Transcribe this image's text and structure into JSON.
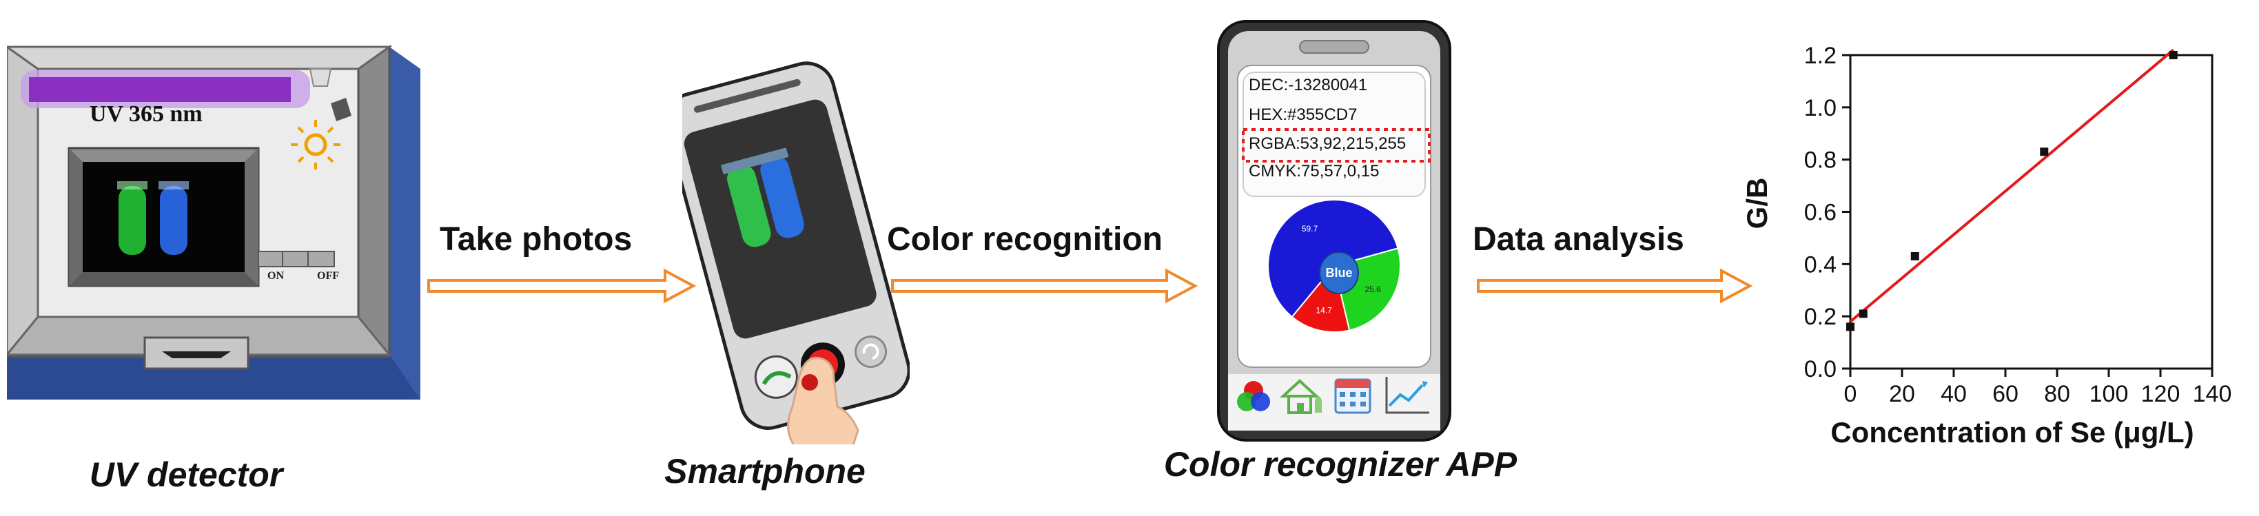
{
  "captions": {
    "uv_detector": "UV detector",
    "smartphone": "Smartphone",
    "app": "Color recognizer APP"
  },
  "arrows": {
    "take_photos": "Take photos",
    "color_recognition": "Color recognition",
    "data_analysis": "Data analysis"
  },
  "uv_box": {
    "lamp_label": "UV 365 nm",
    "switch_on": "ON",
    "switch_off": "OFF"
  },
  "app_screen": {
    "dec": "DEC:-13280041",
    "hex": "HEX:#355CD7",
    "rgba": "RGBA:53,92,215,255",
    "cmyk": "CMYK:75,57,0,15",
    "center_label": "Blue",
    "pie_values": [
      {
        "label": "59.7",
        "value": 59.7,
        "color": "#1a1ad6"
      },
      {
        "label": "25.6",
        "value": 25.6,
        "color": "#1fd41f"
      },
      {
        "label": "14.7",
        "value": 14.7,
        "color": "#ee1111"
      }
    ],
    "icons": [
      "color-wheel-icon",
      "house-icon",
      "calendar-icon",
      "trend-chart-icon"
    ]
  },
  "chart_data": {
    "type": "scatter",
    "xlabel": "Concentration of Se (μg/L)",
    "ylabel": "G/B",
    "xlim": [
      0,
      140
    ],
    "ylim": [
      0.0,
      1.2
    ],
    "xticks": [
      0,
      20,
      40,
      60,
      80,
      100,
      120,
      140
    ],
    "yticks": [
      0.0,
      0.2,
      0.4,
      0.6,
      0.8,
      1.0,
      1.2
    ],
    "points": [
      {
        "x": 0,
        "y": 0.16
      },
      {
        "x": 5,
        "y": 0.21
      },
      {
        "x": 25,
        "y": 0.43
      },
      {
        "x": 75,
        "y": 0.83
      },
      {
        "x": 125,
        "y": 1.2
      }
    ],
    "fit_line": {
      "x": [
        0,
        125
      ],
      "y": [
        0.18,
        1.22
      ],
      "color": "#e31a1c"
    },
    "grid": false
  }
}
